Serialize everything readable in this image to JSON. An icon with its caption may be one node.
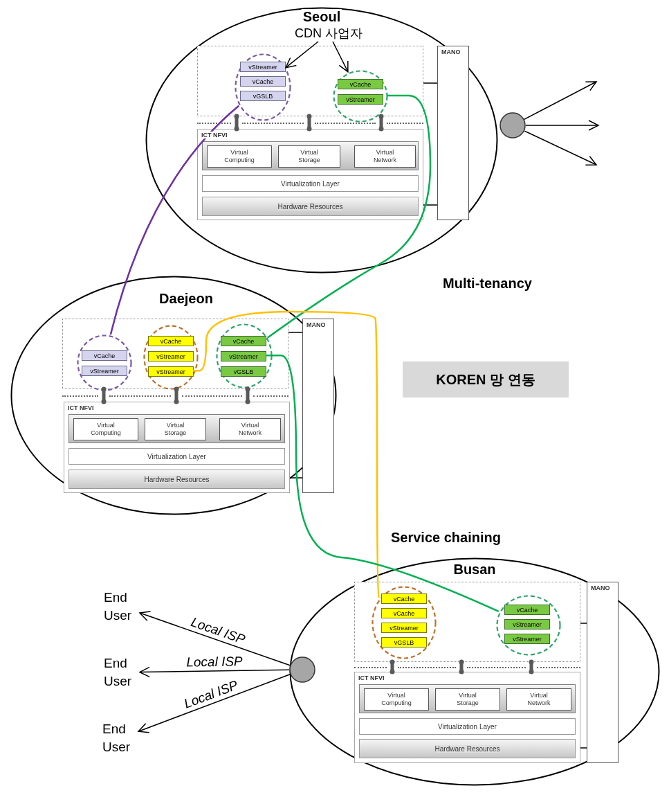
{
  "diagram": {
    "nodes": [
      {
        "text": [
          "Seoul"
        ]
      },
      {
        "text": [
          "CDN 사업자"
        ],
        "in": 0
      },
      {
        "text": [],
        "shape": "box",
        "in": 0
      },
      {
        "text": [],
        "shape": "circle",
        "in": 2
      },
      {
        "text": [
          "vStreamer"
        ],
        "in": 3
      },
      {
        "text": [
          "vCache"
        ],
        "in": 3
      },
      {
        "text": [
          "vGSLB"
        ],
        "in": 3
      },
      {
        "text": [],
        "shape": "circle",
        "in": 2
      },
      {
        "text": [
          "vCache"
        ],
        "in": 7
      },
      {
        "text": [
          "vStreamer"
        ],
        "in": 7
      },
      {
        "text": [
          "ICT NFVI"
        ],
        "in": 0
      },
      {
        "text": [],
        "shape": "box",
        "in": 10
      },
      {
        "text": [
          "Virtual Computing"
        ],
        "in": 11
      },
      {
        "text": [
          "Virtual Storage"
        ],
        "in": 11
      },
      {
        "text": [
          "Virtual Network"
        ],
        "in": 11
      },
      {
        "text": [
          "Virtualization Layer"
        ],
        "in": 10
      },
      {
        "text": [
          "Hardware Resources"
        ],
        "in": 10
      },
      {
        "text": [
          "MANO"
        ],
        "in": 0
      },
      {
        "text": [],
        "shape": "circle"
      },
      {
        "text": [
          "Daejeon"
        ]
      },
      {
        "text": [],
        "shape": "box",
        "in": 19
      },
      {
        "text": [],
        "shape": "circle",
        "in": 20
      },
      {
        "text": [
          "vCache"
        ],
        "in": 21
      },
      {
        "text": [
          "vStreamer"
        ],
        "in": 21
      },
      {
        "text": [],
        "shape": "circle",
        "in": 20
      },
      {
        "text": [
          "vCache"
        ],
        "in": 24
      },
      {
        "text": [
          "vStreamer"
        ],
        "in": 24
      },
      {
        "text": [
          "vStreamer"
        ],
        "in": 24
      },
      {
        "text": [],
        "shape": "circle",
        "in": 20
      },
      {
        "text": [
          "vCache"
        ],
        "in": 28
      },
      {
        "text": [
          "vStreamer"
        ],
        "in": 28
      },
      {
        "text": [
          "vGSLB"
        ],
        "in": 28
      },
      {
        "text": [
          "ICT NFVI"
        ],
        "in": 19
      },
      {
        "text": [],
        "shape": "box",
        "in": 32
      },
      {
        "text": [
          "Virtual Computing"
        ],
        "in": 33
      },
      {
        "text": [
          "Virtual Storage"
        ],
        "in": 33
      },
      {
        "text": [
          "Virtual Network"
        ],
        "in": 33
      },
      {
        "text": [
          "Virtualization Layer"
        ],
        "in": 32
      },
      {
        "text": [
          "Hardware Resources"
        ],
        "in": 32
      },
      {
        "text": [
          "MANO"
        ],
        "in": 19
      },
      {
        "text": [
          "KOREN 망 연동"
        ]
      },
      {
        "text": [
          "Busan"
        ]
      },
      {
        "text": [],
        "shape": "box",
        "in": 41
      },
      {
        "text": [],
        "shape": "circle",
        "in": 42
      },
      {
        "text": [
          "vCache"
        ],
        "in": 43
      },
      {
        "text": [
          "vCache"
        ],
        "in": 43
      },
      {
        "text": [
          "vStreamer"
        ],
        "in": 43
      },
      {
        "text": [
          "vGSLB"
        ],
        "in": 43
      },
      {
        "text": [],
        "shape": "circle",
        "in": 42
      },
      {
        "text": [
          "vCache"
        ],
        "in": 48
      },
      {
        "text": [
          "vStreamer"
        ],
        "in": 48
      },
      {
        "text": [
          "vStreamer"
        ],
        "in": 48
      },
      {
        "text": [
          "ICT NFVI"
        ],
        "in": 41
      },
      {
        "text": [],
        "shape": "box",
        "in": 52
      },
      {
        "text": [
          "Virtual Computing"
        ],
        "in": 53
      },
      {
        "text": [
          "Virtual Storage"
        ],
        "in": 53
      },
      {
        "text": [
          "Virtual Network"
        ],
        "in": 53
      },
      {
        "text": [
          "Virtualization Layer"
        ],
        "in": 52
      },
      {
        "text": [
          "Hardware Resources"
        ],
        "in": 52
      },
      {
        "text": [
          "MANO"
        ],
        "in": 41
      },
      {
        "text": [],
        "shape": "circle",
        "in": 41
      },
      {
        "text": [
          "End User"
        ]
      },
      {
        "text": [
          "End User"
        ]
      },
      {
        "text": [
          "End User"
        ]
      }
    ],
    "edges": [
      {
        "from": 1,
        "to": 3,
        "arrow": "to"
      },
      {
        "from": 1,
        "to": 7,
        "arrow": "to"
      },
      {
        "from": 2,
        "to": 10,
        "arrow": "other",
        "style": "thick",
        "color": "#595959"
      },
      {
        "from": 2,
        "to": 10,
        "arrow": "other",
        "style": "thick",
        "color": "#595959"
      },
      {
        "from": 2,
        "to": 10,
        "arrow": "other",
        "style": "thick",
        "color": "#595959"
      },
      {
        "from": 2,
        "to": 17,
        "arrow": "none"
      },
      {
        "from": 10,
        "to": 17,
        "arrow": "none"
      },
      {
        "from": 18,
        "to": null,
        "arrow": "to"
      },
      {
        "from": 18,
        "to": null,
        "arrow": "to"
      },
      {
        "from": 18,
        "to": null,
        "arrow": "to"
      },
      {
        "from": 20,
        "to": 32,
        "arrow": "other",
        "style": "thick",
        "color": "#595959"
      },
      {
        "from": 20,
        "to": 32,
        "arrow": "other",
        "style": "thick",
        "color": "#595959"
      },
      {
        "from": 20,
        "to": 32,
        "arrow": "other",
        "style": "thick",
        "color": "#595959"
      },
      {
        "from": 20,
        "to": 39,
        "arrow": "none"
      },
      {
        "from": 32,
        "to": 39,
        "arrow": "none"
      },
      {
        "from": 42,
        "to": 52,
        "arrow": "other",
        "style": "thick",
        "color": "#595959"
      },
      {
        "from": 42,
        "to": 52,
        "arrow": "other",
        "style": "thick",
        "color": "#595959"
      },
      {
        "from": 42,
        "to": 52,
        "arrow": "other",
        "style": "thick",
        "color": "#595959"
      },
      {
        "from": 42,
        "to": 59,
        "arrow": "none"
      },
      {
        "from": 52,
        "to": 59,
        "arrow": "none"
      },
      {
        "from": 3,
        "to": 21,
        "arrow": "none",
        "color": "#7030a0"
      },
      {
        "from": 7,
        "to": 28,
        "arrow": "none",
        "color": "#00b050"
      },
      {
        "from": 27,
        "to": 43,
        "arrow": "none",
        "color": "#ffc000"
      },
      {
        "from": 30,
        "to": 48,
        "arrow": "none",
        "color": "#00b050"
      },
      {
        "from": 60,
        "to": 61,
        "arrow": "to",
        "label": "Local ISP"
      },
      {
        "from": 60,
        "to": 62,
        "arrow": "to",
        "label": "Local ISP"
      },
      {
        "from": 60,
        "to": 63,
        "arrow": "to",
        "label": "Local ISP"
      }
    ],
    "labels": [
      "Multi-tenancy",
      "Service chaining"
    ]
  }
}
